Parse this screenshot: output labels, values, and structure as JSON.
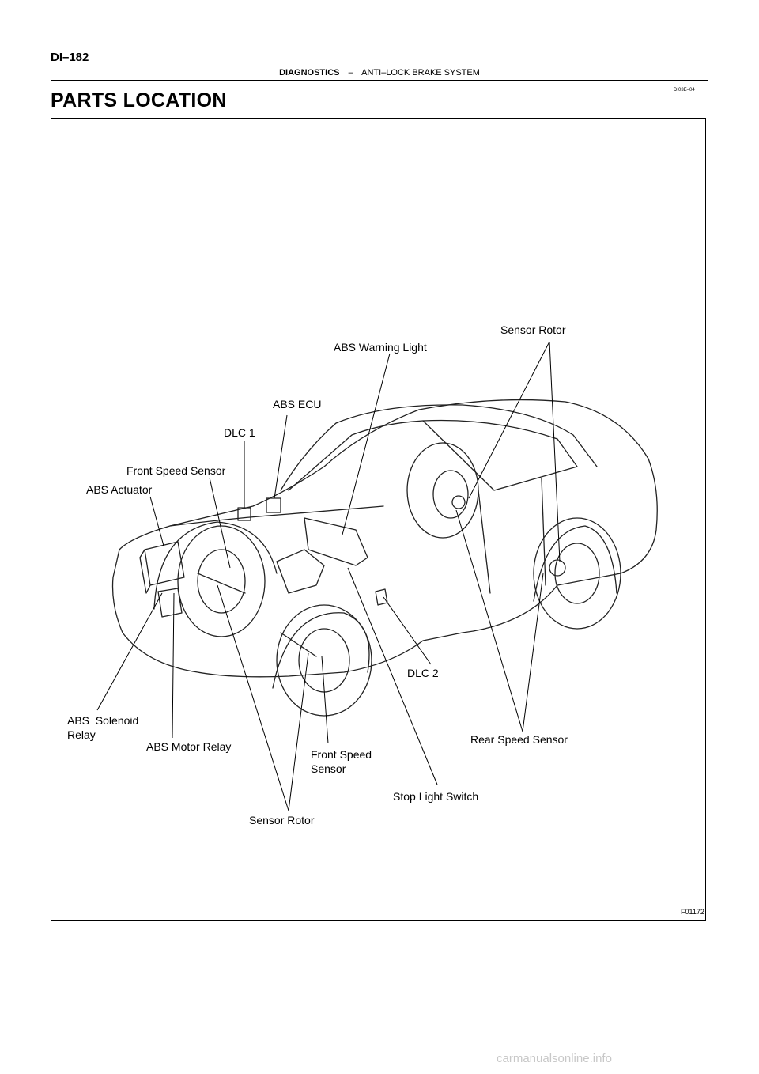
{
  "header": {
    "page_id": "DI–182",
    "section": "DIAGNOSTICS",
    "separator": "–",
    "subsection": "ANTI–LOCK BRAKE SYSTEM",
    "doc_code": "DI03E–04"
  },
  "title": "PARTS LOCATION",
  "figure": {
    "code": "F01172",
    "labels": {
      "sensor_rotor_rear": "Sensor Rotor",
      "abs_warning_light": "ABS Warning Light",
      "abs_ecu": "ABS ECU",
      "dlc1": "DLC 1",
      "front_speed_sensor_top": "Front Speed Sensor",
      "abs_actuator": "ABS Actuator",
      "dlc2": "DLC 2",
      "abs_solenoid_relay_line1": "ABS  Solenoid",
      "abs_solenoid_relay_line2": "Relay",
      "abs_motor_relay": "ABS Motor Relay",
      "front_speed_sensor_bottom_line1": "Front Speed",
      "front_speed_sensor_bottom_line2": "Sensor",
      "rear_speed_sensor": "Rear Speed Sensor",
      "stop_light_switch": "Stop Light Switch",
      "sensor_rotor_front": "Sensor Rotor"
    }
  },
  "watermark": "carmanualsonline.info"
}
